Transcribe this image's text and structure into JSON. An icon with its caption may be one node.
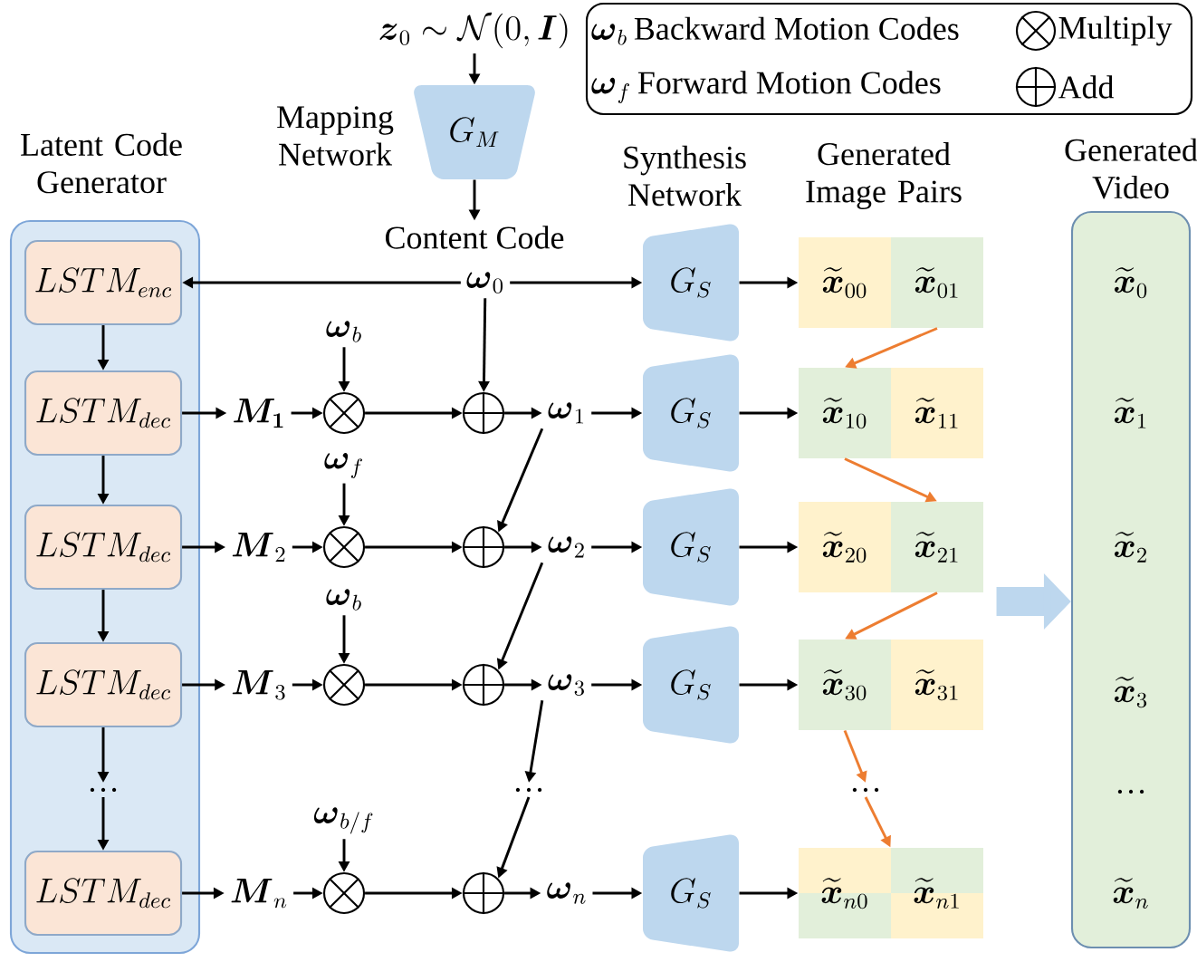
{
  "diagram": {
    "nodes": [
      {
        "text": [
          "\\boldsymbol{z}_0\\sim\\mathcal{N}(0,\\boldsymbol{I})"
        ]
      },
      {
        "text": [
          "G_M"
        ],
        "beside": [
          "Mapping Network"
        ]
      },
      {
        "text": [
          "Content Code"
        ]
      },
      {
        "text": [
          "\\boldsymbol{\\omega}_0"
        ]
      },
      {
        "text": [
          "Latent Code Generator"
        ]
      },
      {
        "text": [
          "LSTM_{enc}"
        ],
        "in": 4
      },
      {
        "text": [
          "LSTM_{dec}"
        ],
        "in": 4
      },
      {
        "text": [
          "LSTM_{dec}"
        ],
        "in": 4
      },
      {
        "text": [
          "LSTM_{dec}"
        ],
        "in": 4
      },
      {
        "text": [
          "…"
        ],
        "in": 4
      },
      {
        "text": [
          "LSTM_{dec}"
        ],
        "in": 4
      },
      {
        "text": [
          "\\boldsymbol{M_1}"
        ]
      },
      {
        "text": [
          "\\boldsymbol{M}_2"
        ]
      },
      {
        "text": [
          "\\boldsymbol{M}_3"
        ]
      },
      {
        "text": [
          "\\boldsymbol{M}_n"
        ]
      },
      {
        "text": [
          "\\boldsymbol{\\omega}_b"
        ]
      },
      {
        "text": [
          "\\boldsymbol{\\omega}_f"
        ]
      },
      {
        "text": [
          "\\boldsymbol{\\omega}_b"
        ]
      },
      {
        "text": [
          "\\boldsymbol{\\omega}_{b/f}"
        ]
      },
      {
        "text": [],
        "shape": "circle"
      },
      {
        "text": [],
        "shape": "circle"
      },
      {
        "text": [],
        "shape": "circle"
      },
      {
        "text": [],
        "shape": "circle"
      },
      {
        "text": [],
        "shape": "circle"
      },
      {
        "text": [],
        "shape": "circle"
      },
      {
        "text": [],
        "shape": "circle"
      },
      {
        "text": [],
        "shape": "circle"
      },
      {
        "text": [
          "\\boldsymbol{\\omega}_1"
        ]
      },
      {
        "text": [
          "\\boldsymbol{\\omega}_2"
        ]
      },
      {
        "text": [
          "\\boldsymbol{\\omega}_3"
        ]
      },
      {
        "text": [
          "\\boldsymbol{\\omega}_n"
        ]
      },
      {
        "text": [
          "…"
        ]
      },
      {
        "text": [
          "G_S"
        ]
      },
      {
        "text": [
          "G_S"
        ]
      },
      {
        "text": [
          "G_S"
        ]
      },
      {
        "text": [
          "G_S"
        ]
      },
      {
        "text": [
          "G_S"
        ]
      },
      {
        "text": [
          "\\widetilde{\\boldsymbol{x}}_{00}"
        ]
      },
      {
        "text": [
          "\\widetilde{\\boldsymbol{x}}_{01}"
        ]
      },
      {
        "text": [
          "\\widetilde{\\boldsymbol{x}}_{10}"
        ]
      },
      {
        "text": [
          "\\widetilde{\\boldsymbol{x}}_{11}"
        ]
      },
      {
        "text": [
          "\\widetilde{\\boldsymbol{x}}_{20}"
        ]
      },
      {
        "text": [
          "\\widetilde{\\boldsymbol{x}}_{21}"
        ]
      },
      {
        "text": [
          "\\widetilde{\\boldsymbol{x}}_{30}"
        ]
      },
      {
        "text": [
          "\\widetilde{\\boldsymbol{x}}_{31}"
        ]
      },
      {
        "text": [
          "\\widetilde{\\boldsymbol{x}}_{n0}"
        ]
      },
      {
        "text": [
          "\\widetilde{\\boldsymbol{x}}_{n1}"
        ]
      },
      {
        "text": [
          "…"
        ]
      },
      {
        "text": [
          "Generated Video",
          "\\widetilde{\\boldsymbol{x}}_0",
          "\\widetilde{\\boldsymbol{x}}_1",
          "\\widetilde{\\boldsymbol{x}}_2",
          "\\widetilde{\\boldsymbol{x}}_3",
          "…",
          "\\widetilde{\\boldsymbol{x}}_n"
        ]
      }
    ],
    "edges": [
      {
        "from": 0,
        "to": 1,
        "arrow": "to"
      },
      {
        "from": 1,
        "to": 2,
        "arrow": "to"
      },
      {
        "from": 3,
        "to": 5,
        "arrow": "to"
      },
      {
        "from": 3,
        "to": 32,
        "arrow": "to"
      },
      {
        "from": 3,
        "to": 23,
        "arrow": "to"
      },
      {
        "from": 5,
        "to": 6,
        "arrow": "to"
      },
      {
        "from": 6,
        "to": 7,
        "arrow": "to"
      },
      {
        "from": 7,
        "to": 8,
        "arrow": "to"
      },
      {
        "from": 8,
        "to": 9,
        "arrow": "to"
      },
      {
        "from": 9,
        "to": 10,
        "arrow": "to"
      },
      {
        "from": 6,
        "to": 11,
        "arrow": "to"
      },
      {
        "from": 7,
        "to": 12,
        "arrow": "to"
      },
      {
        "from": 8,
        "to": 13,
        "arrow": "to"
      },
      {
        "from": 10,
        "to": 14,
        "arrow": "to"
      },
      {
        "from": 11,
        "to": 19,
        "arrow": "to"
      },
      {
        "from": 12,
        "to": 20,
        "arrow": "to"
      },
      {
        "from": 13,
        "to": 21,
        "arrow": "to"
      },
      {
        "from": 14,
        "to": 22,
        "arrow": "to"
      },
      {
        "from": 15,
        "to": 19,
        "arrow": "to"
      },
      {
        "from": 16,
        "to": 20,
        "arrow": "to"
      },
      {
        "from": 17,
        "to": 21,
        "arrow": "to"
      },
      {
        "from": 18,
        "to": 22,
        "arrow": "to"
      },
      {
        "from": 19,
        "to": 23,
        "arrow": "to"
      },
      {
        "from": 20,
        "to": 24,
        "arrow": "to"
      },
      {
        "from": 21,
        "to": 25,
        "arrow": "to"
      },
      {
        "from": 22,
        "to": 26,
        "arrow": "to"
      },
      {
        "from": 23,
        "to": 27,
        "arrow": "to"
      },
      {
        "from": 24,
        "to": 28,
        "arrow": "to"
      },
      {
        "from": 25,
        "to": 29,
        "arrow": "to"
      },
      {
        "from": 26,
        "to": 30,
        "arrow": "to"
      },
      {
        "from": 27,
        "to": 24,
        "arrow": "to"
      },
      {
        "from": 28,
        "to": 25,
        "arrow": "to"
      },
      {
        "from": 29,
        "to": 31,
        "arrow": "to"
      },
      {
        "from": 31,
        "to": 26,
        "arrow": "to"
      },
      {
        "from": 27,
        "to": 33,
        "arrow": "to"
      },
      {
        "from": 28,
        "to": 34,
        "arrow": "to"
      },
      {
        "from": 29,
        "to": 35,
        "arrow": "to"
      },
      {
        "from": 30,
        "to": 36,
        "arrow": "to"
      },
      {
        "from": 32,
        "to": 37,
        "arrow": "to"
      },
      {
        "from": 33,
        "to": 39,
        "arrow": "to"
      },
      {
        "from": 34,
        "to": 41,
        "arrow": "to"
      },
      {
        "from": 35,
        "to": 43,
        "arrow": "to"
      },
      {
        "from": 36,
        "to": 45,
        "arrow": "to"
      },
      {
        "from": 38,
        "to": 39,
        "arrow": "to",
        "color": "#ed7d31"
      },
      {
        "from": 39,
        "to": 42,
        "arrow": "to",
        "color": "#ed7d31"
      },
      {
        "from": 42,
        "to": 43,
        "arrow": "to",
        "color": "#ed7d31"
      },
      {
        "from": 43,
        "to": 47,
        "arrow": "to",
        "color": "#ed7d31"
      },
      {
        "from": 47,
        "to": 46,
        "arrow": "to",
        "color": "#ed7d31"
      },
      {
        "from": 42,
        "to": 48,
        "arrow": "to",
        "style": "thick",
        "color": "#bdd7ee"
      }
    ],
    "labels": [
      "Synthesis Network",
      "Generated Image Pairs"
    ],
    "legend": [
      {
        "text": "\\boldsymbol{\\omega}_b\\,\\text{Backward Motion Codes}"
      },
      {
        "text": "Multiply"
      },
      {
        "text": "\\boldsymbol{\\omega}_f\\,\\text{Forward Motion Codes}"
      },
      {
        "text": "Add"
      }
    ]
  }
}
